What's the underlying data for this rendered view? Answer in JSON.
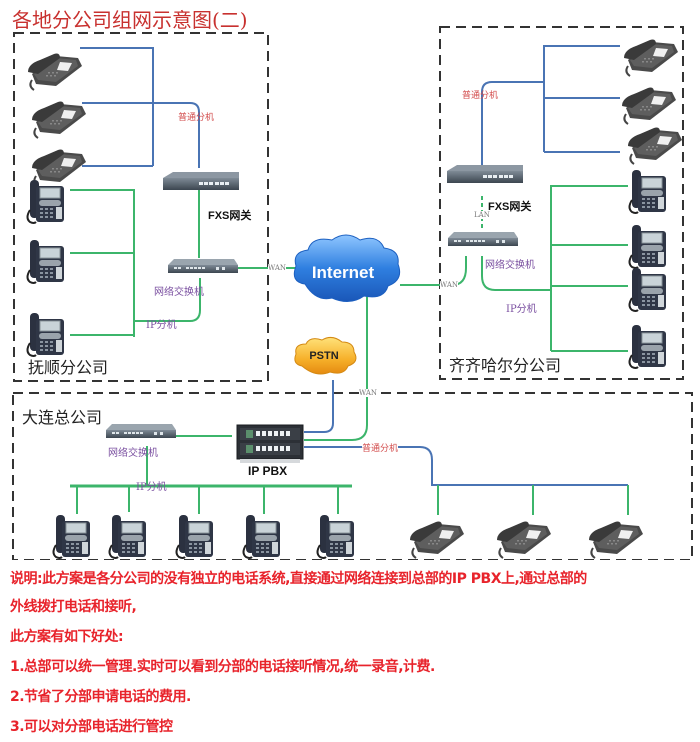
{
  "title": "各地分公司组网示意图(二)",
  "offices": {
    "fushun": "抚顺分公司",
    "qiqihar": "齐齐哈尔分公司",
    "dalian": "大连总公司"
  },
  "labels": {
    "analog_ext": "普通分机",
    "ip_ext": "IP分机",
    "fxs_gateway": "FXS网关",
    "switch": "网络交换机",
    "wan": "WAN",
    "lan": "LAN",
    "internet": "Internet",
    "pstn": "PSTN",
    "ip_pbx": "IP PBX"
  },
  "colors": {
    "title": "#c8312f",
    "analog_line": "#4a74b4",
    "ip_line": "#3cb56b",
    "notes": "#e8232b",
    "internet_cloud": "#2f7fe0",
    "pstn_cloud": "#f2a51c"
  },
  "notes": [
    "说明:此方案是各分公司的没有独立的电话系统,直接通过网络连接到总部的IP PBX上,通过总部的",
    "外线拨打电话和接听,",
    "此方案有如下好处:",
    "1.总部可以统一管理.实时可以看到分部的电话接听情况,统一录音,计费.",
    "2.节省了分部申请电话的费用.",
    "3.可以对分部电话进行管控"
  ]
}
